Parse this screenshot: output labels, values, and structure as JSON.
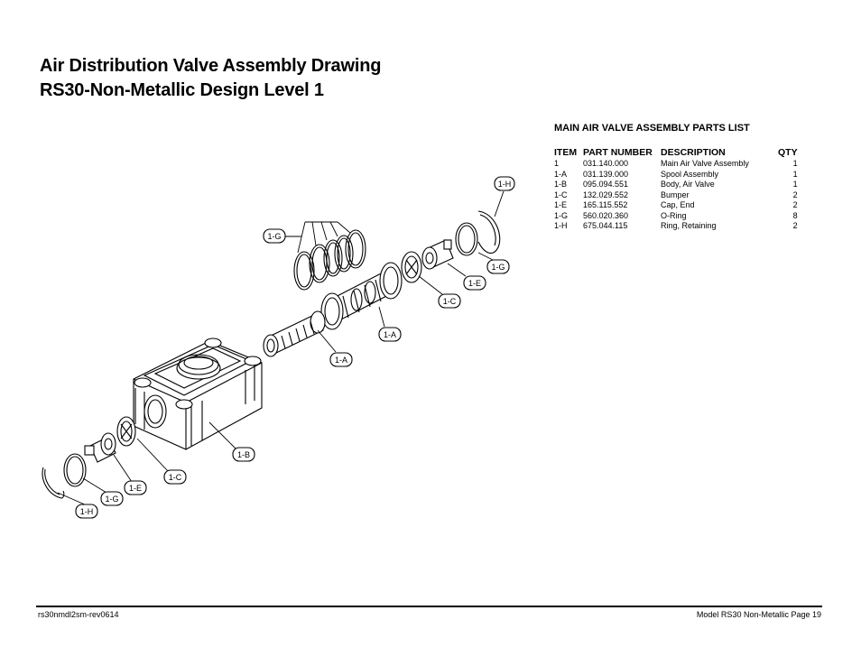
{
  "title": {
    "line1": "Air Distribution Valve Assembly Drawing",
    "line2": "RS30-Non-Metallic Design Level 1"
  },
  "parts_list": {
    "title": "MAIN AIR VALVE ASSEMBLY PARTS LIST",
    "headers": [
      "ITEM",
      "PART NUMBER",
      "DESCRIPTION",
      "QTY"
    ],
    "rows": [
      {
        "item": "1",
        "part": "031.140.000",
        "desc": "Main Air Valve Assembly",
        "qty": "1"
      },
      {
        "item": "1-A",
        "part": "031.139.000",
        "desc": "Spool Assembly",
        "qty": "1"
      },
      {
        "item": "1-B",
        "part": "095.094.551",
        "desc": "Body, Air Valve",
        "qty": "1"
      },
      {
        "item": "1-C",
        "part": "132.029.552",
        "desc": "Bumper",
        "qty": "2"
      },
      {
        "item": "1-E",
        "part": "165.115.552",
        "desc": "Cap, End",
        "qty": "2"
      },
      {
        "item": "1-G",
        "part": "560.020.360",
        "desc": "O-Ring",
        "qty": "8"
      },
      {
        "item": "1-H",
        "part": "675.044.115",
        "desc": "Ring, Retaining",
        "qty": "2"
      }
    ]
  },
  "callouts": {
    "h_top": "1-H",
    "g_top": "1-G",
    "g_right": "1-G",
    "e_right": "1-E",
    "c_right": "1-C",
    "a_upper": "1-A",
    "a_lower": "1-A",
    "b": "1-B",
    "c_left": "1-C",
    "e_left": "1-E",
    "g_left": "1-G",
    "h_left": "1-H"
  },
  "footer": {
    "left": "rs30nmdl2sm-rev0614",
    "right": "Model RS30 Non-Metallic Page 19"
  }
}
